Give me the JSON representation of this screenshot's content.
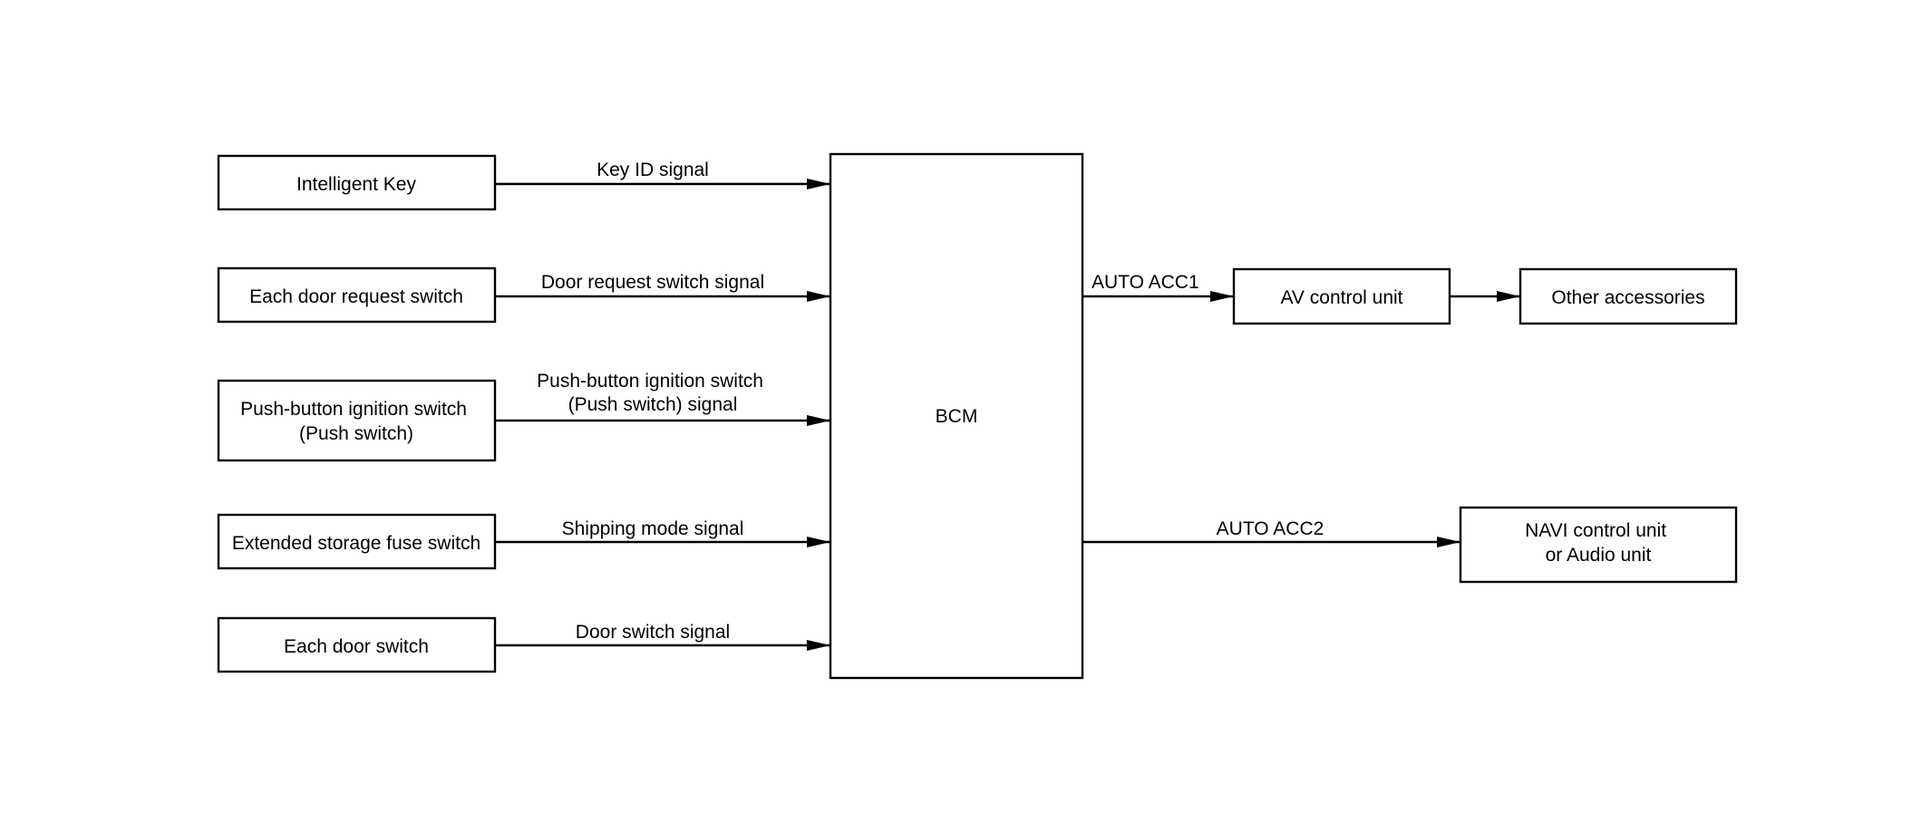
{
  "diagram": {
    "nodes": {
      "intelligent_key": {
        "lines": [
          "Intelligent Key"
        ]
      },
      "door_request_switch": {
        "lines": [
          "Each door request switch"
        ]
      },
      "push_button_ignition": {
        "lines": [
          "Push-button ignition switch",
          "(Push switch)"
        ]
      },
      "extended_storage_fuse": {
        "lines": [
          "Extended storage fuse switch"
        ]
      },
      "door_switch": {
        "lines": [
          "Each door switch"
        ]
      },
      "bcm": {
        "lines": [
          "BCM"
        ]
      },
      "av_control_unit": {
        "lines": [
          "AV control unit"
        ]
      },
      "other_accessories": {
        "lines": [
          "Other accessories"
        ]
      },
      "navi_control_unit": {
        "lines": [
          "NAVI control unit",
          "or Audio unit"
        ]
      }
    },
    "signals": {
      "key_id": {
        "lines": [
          "Key ID signal"
        ]
      },
      "door_request": {
        "lines": [
          "Door request switch signal"
        ]
      },
      "push_switch": {
        "lines": [
          "Push-button ignition switch",
          "(Push switch) signal"
        ]
      },
      "shipping_mode": {
        "lines": [
          "Shipping mode signal"
        ]
      },
      "door_switch": {
        "lines": [
          "Door switch signal"
        ]
      },
      "auto_acc1": {
        "lines": [
          "AUTO ACC1"
        ]
      },
      "auto_acc2": {
        "lines": [
          "AUTO ACC2"
        ]
      }
    },
    "colors": {
      "line": "#000000",
      "background": "#ffffff"
    }
  }
}
